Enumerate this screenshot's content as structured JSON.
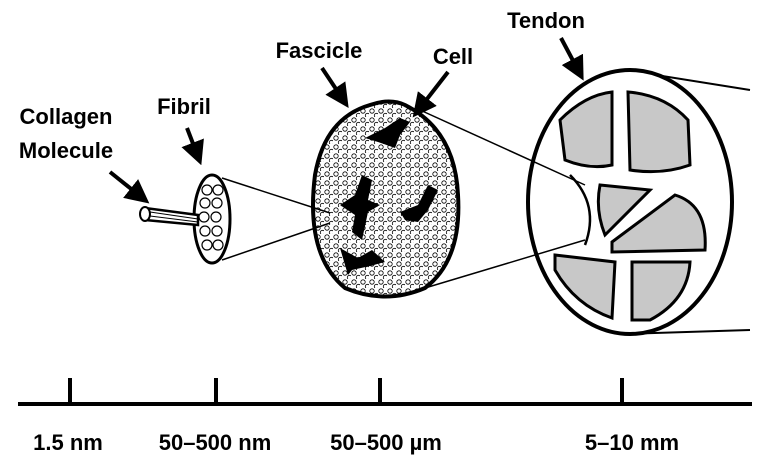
{
  "labels": {
    "collagen_line1": "Collagen",
    "collagen_line2": "Molecule",
    "fibril": "Fibril",
    "fascicle": "Fascicle",
    "cell": "Cell",
    "tendon": "Tendon"
  },
  "scale": {
    "ticks": [
      "1.5 nm",
      "50–500 nm",
      "50–500 µm",
      "5–10 mm"
    ]
  },
  "colors": {
    "stroke": "#000000",
    "fascicle_fill": "#f2f2f2",
    "tendon_fascicle_fill": "#c8c8c8",
    "background": "#ffffff"
  }
}
